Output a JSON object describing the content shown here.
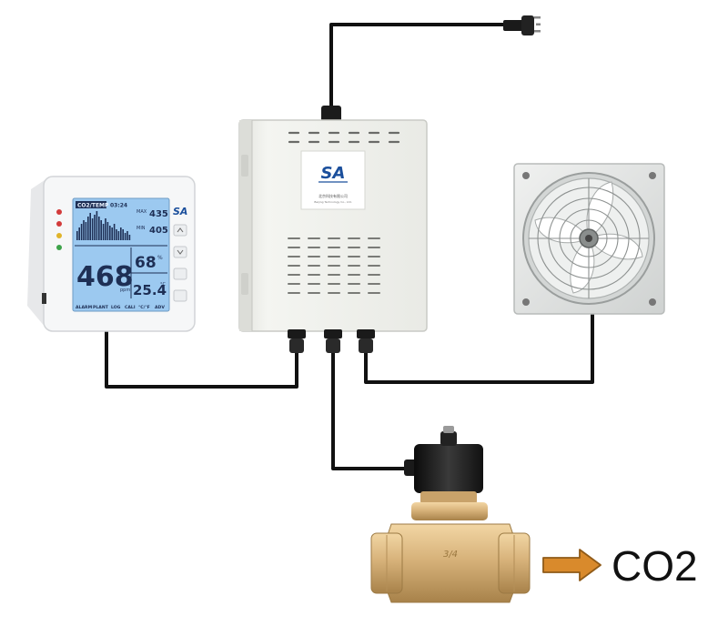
{
  "colors": {
    "wire": "#111111",
    "cabinet": "#f0f1ec",
    "screen": "#9cc9f0",
    "brass": "#d7b27a",
    "arrow": "#d98a2c",
    "fan": "#e4e6e5"
  },
  "monitor": {
    "brand": "SA",
    "header_mode": "CO2/TEMP",
    "header_time": "03:24",
    "max_label": "MAX",
    "max_value": "435",
    "min_label": "MIN",
    "min_value": "405",
    "co2_value": "468",
    "co2_unit": "ppm",
    "humidity_value": "68",
    "humidity_unit": "%",
    "temp_value": "25.4",
    "temp_unit": "°C",
    "bottom_labels": [
      "ALARM",
      "PLANT",
      "LOG",
      "CALI",
      "°C/°F",
      "ADV"
    ]
  },
  "controller": {
    "logo_text": "SA",
    "company_cn": "北京科技有限公司",
    "company_en": "Beijing Technology Co., Ltd."
  },
  "valve": {
    "size_marking": "3/4"
  },
  "output": {
    "gas_label": "CO2"
  }
}
